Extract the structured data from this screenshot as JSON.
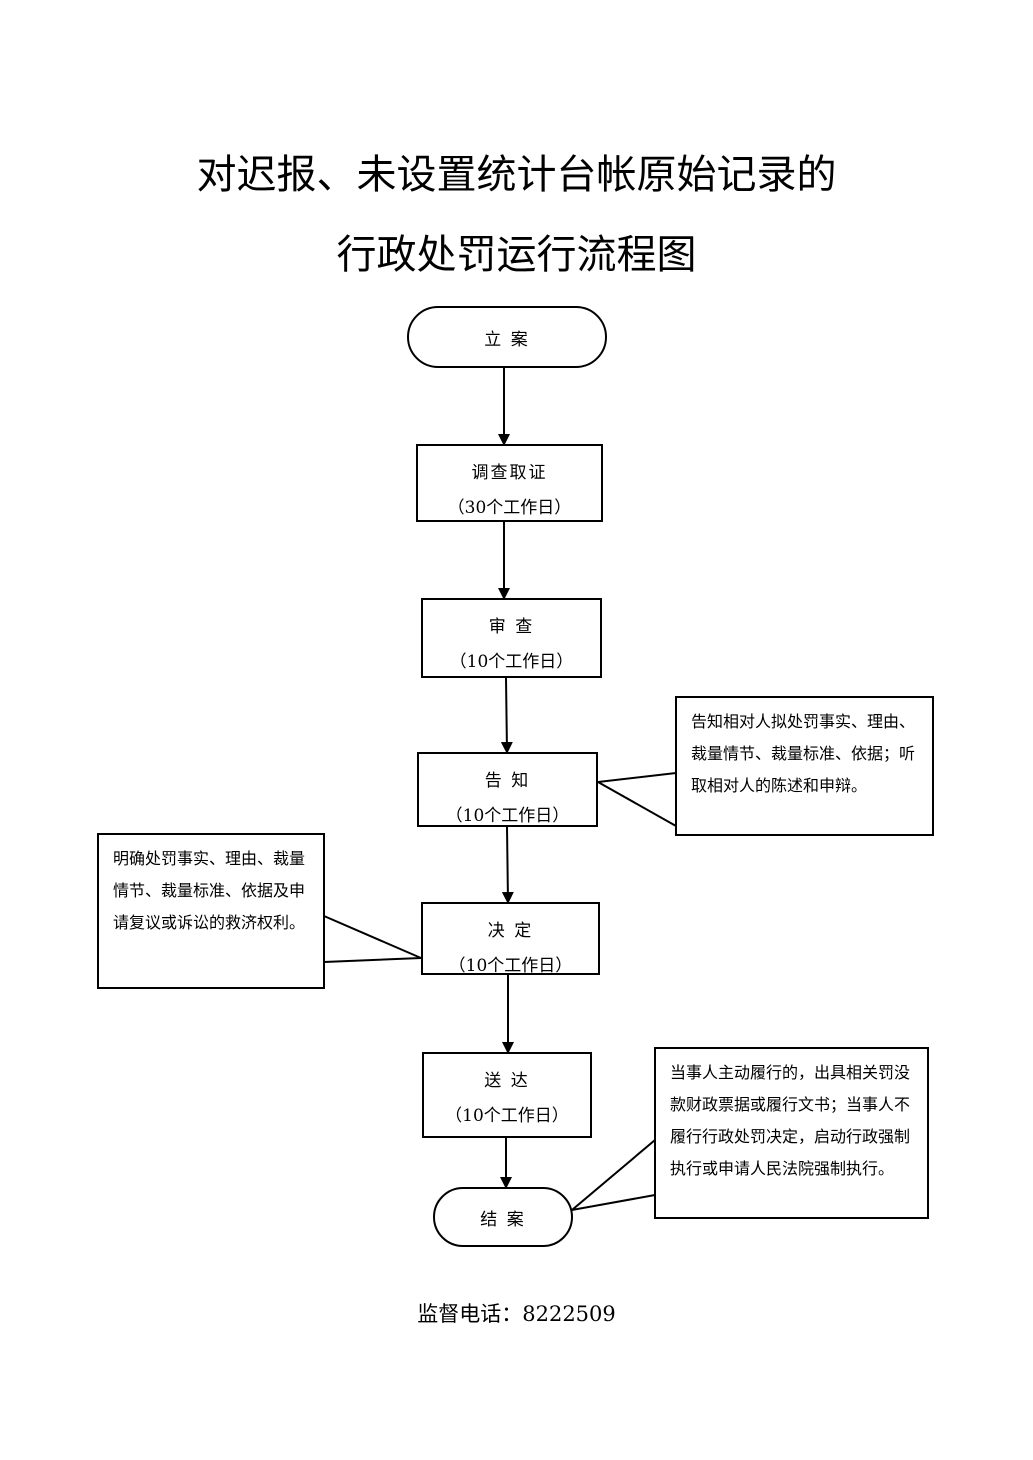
{
  "title": {
    "line1": "对迟报、未设置统计台帐原始记录的",
    "line2": "行政处罚运行流程图"
  },
  "steps": {
    "start": {
      "label": "立 案"
    },
    "investigate": {
      "label": "调查取证",
      "duration": "（30个工作日）"
    },
    "review": {
      "label": "审 查",
      "duration": "（10个工作日）"
    },
    "notify": {
      "label": "告 知",
      "duration": "（10个工作日）"
    },
    "decide": {
      "label": "决 定",
      "duration": "（10个工作日）"
    },
    "deliver": {
      "label": "送 达",
      "duration": "（10个工作日）"
    },
    "end": {
      "label": "结 案"
    }
  },
  "notes": {
    "notify": "告知相对人拟处罚事实、理由、裁量情节、裁量标准、依据；听取相对人的陈述和申辩。",
    "decide": "明确处罚事实、理由、裁量情节、裁量标准、依据及申请复议或诉讼的救济权利。",
    "end": "当事人主动履行的，出具相关罚没款财政票据或履行文书；当事人不履行行政处罚决定，启动行政强制执行或申请人民法院强制执行。"
  },
  "footer": "监督电话：8222509"
}
